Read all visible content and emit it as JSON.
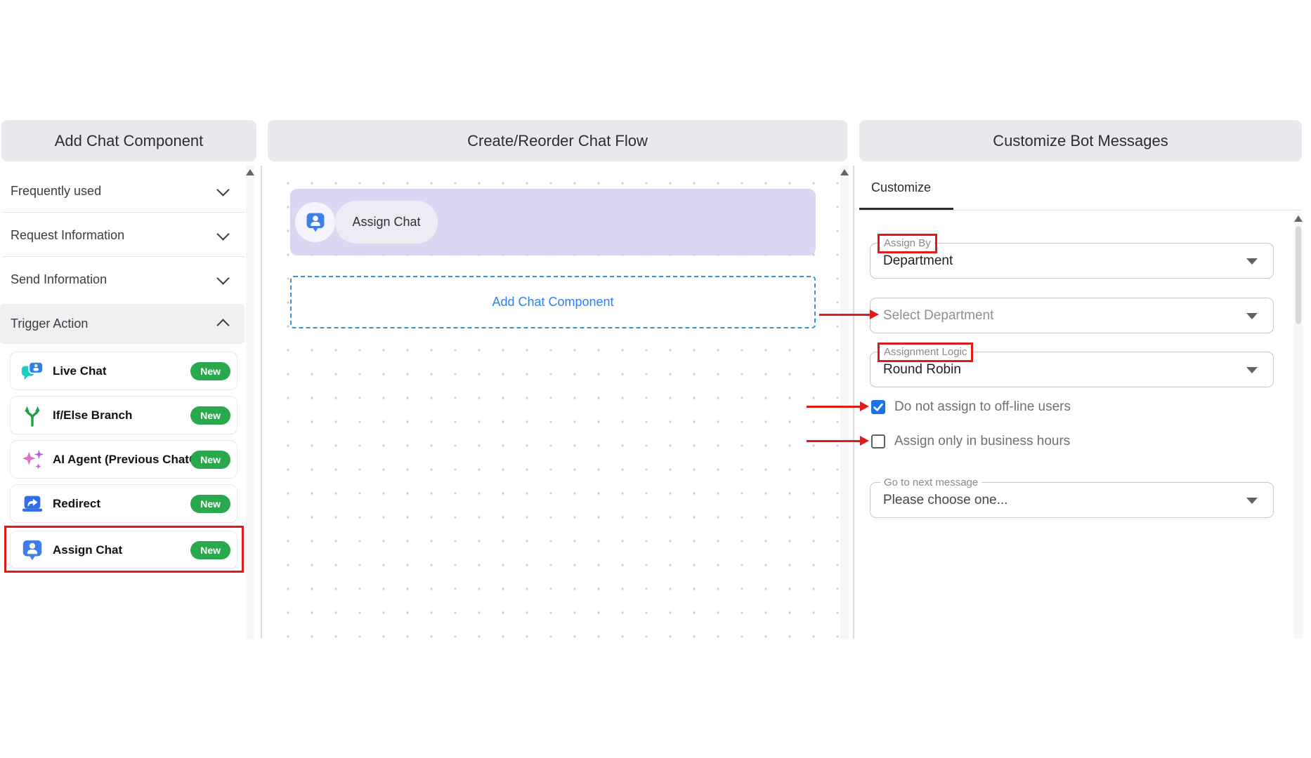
{
  "left_panel": {
    "title": "Add Chat Component",
    "sections": [
      {
        "label": "Frequently used",
        "state": "collapsed"
      },
      {
        "label": "Request Information",
        "state": "collapsed"
      },
      {
        "label": "Send Information",
        "state": "collapsed"
      },
      {
        "label": "Trigger Action",
        "state": "expanded"
      }
    ],
    "items": [
      {
        "label": "Live Chat",
        "badge": "New",
        "icon": "live-chat-icon"
      },
      {
        "label": "If/Else Branch",
        "badge": "New",
        "icon": "if-else-branch-icon"
      },
      {
        "label": "AI Agent (Previous ChatGPT)",
        "badge": "New",
        "icon": "ai-sparkles-icon"
      },
      {
        "label": "Redirect",
        "badge": "New",
        "icon": "redirect-icon"
      },
      {
        "label": "Assign Chat",
        "badge": "New",
        "icon": "assign-chat-icon",
        "annotated": true
      }
    ]
  },
  "flow_panel": {
    "title": "Create/Reorder Chat Flow",
    "node": {
      "label": "Assign Chat",
      "icon": "assign-chat-icon"
    },
    "add_component_label": "Add Chat Component"
  },
  "customize_panel": {
    "title": "Customize Bot Messages",
    "tab_label": "Customize",
    "assign_by": {
      "label": "Assign By",
      "value": "Department",
      "annotated": true
    },
    "select_department": {
      "placeholder": "Select Department",
      "arrow_annotation": true
    },
    "assignment_logic": {
      "label": "Assignment Logic",
      "value": "Round Robin",
      "annotated": true
    },
    "checkbox_offline": {
      "label": "Do not assign to off-line users",
      "checked": true,
      "arrow_annotation": true
    },
    "checkbox_business_hours": {
      "label": "Assign only in business hours",
      "checked": false,
      "arrow_annotation": true
    },
    "go_to_next_message": {
      "label": "Go to next message",
      "value": "Please choose one..."
    }
  },
  "colors": {
    "accent_blue": "#2f80ed",
    "badge_green": "#2aa84e",
    "annotation_red": "#dd1d1d",
    "node_lavender": "#ddd6f2",
    "checkbox_blue": "#1a73e8",
    "header_gray": "#e9e9ed"
  }
}
